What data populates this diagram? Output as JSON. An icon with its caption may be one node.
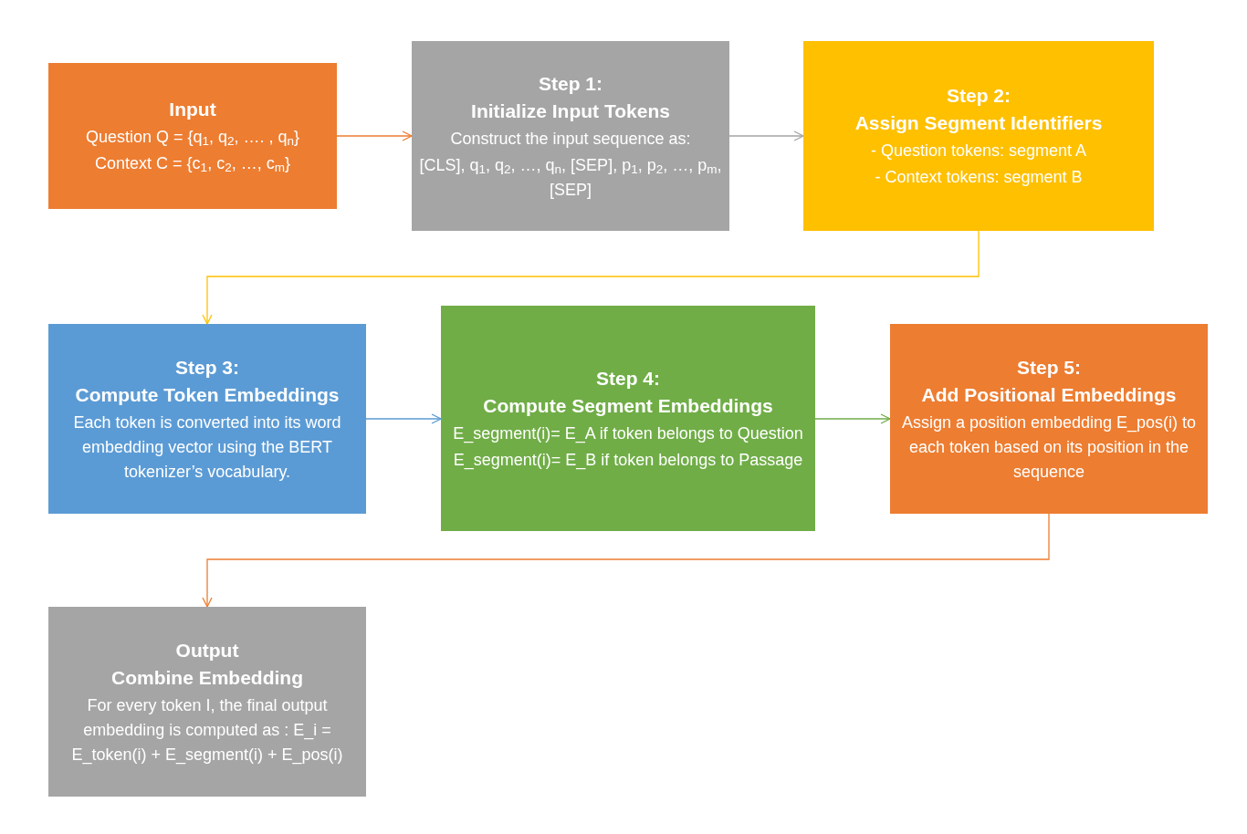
{
  "diagram": {
    "nodes": [
      {
        "text": [
          "Input",
          "Question Q = {q$_{1}$, q$_{2}$, …. , q$_{n}$}",
          "Context C = {c$_{1}$, c$_{2}$, …, c$_{m}$}"
        ]
      },
      {
        "text": [
          "Step 1:",
          "Initialize Input Tokens",
          "Construct the input sequence as:",
          "[CLS], q$_{1}$, q$_{2}$, …, q$_{n}$, [SEP], p$_{1}$, p$_{2}$, …, p$_{m}$, [SEP]"
        ]
      },
      {
        "text": [
          "Step 2:",
          "Assign Segment Identifiers",
          "- Question tokens: segment A",
          "- Context tokens: segment B"
        ]
      },
      {
        "text": [
          "Step 3:",
          "Compute Token Embeddings",
          "Each token is converted into its word embedding vector using the BERT tokenizer’s vocabulary."
        ]
      },
      {
        "text": [
          "Step 4:",
          "Compute Segment Embeddings",
          "E_segment(i)= E_A  if token belongs to Question",
          "E_segment(i)= E_B  if token belongs to Passage"
        ]
      },
      {
        "text": [
          "Step 5:",
          "Add Positional Embeddings",
          "Assign a position embedding E_pos(i) to each token based on its position in the sequence"
        ]
      },
      {
        "text": [
          "Output",
          "Combine Embedding",
          "For every token I, the final output embedding is computed as : E_i = E_token(i) + E_segment(i) + E_pos(i)"
        ]
      }
    ],
    "edges": [
      {
        "from": 0,
        "to": 1,
        "arrow": "to",
        "color": "#ed7d31"
      },
      {
        "from": 1,
        "to": 2,
        "arrow": "to",
        "color": "#a5a5a5"
      },
      {
        "from": 2,
        "to": 3,
        "arrow": "to",
        "color": "#ffc000"
      },
      {
        "from": 3,
        "to": 4,
        "arrow": "to",
        "color": "#5b9bd5"
      },
      {
        "from": 4,
        "to": 5,
        "arrow": "to",
        "color": "#70ad47"
      },
      {
        "from": 5,
        "to": 6,
        "arrow": "to",
        "color": "#ed7d31"
      }
    ]
  }
}
